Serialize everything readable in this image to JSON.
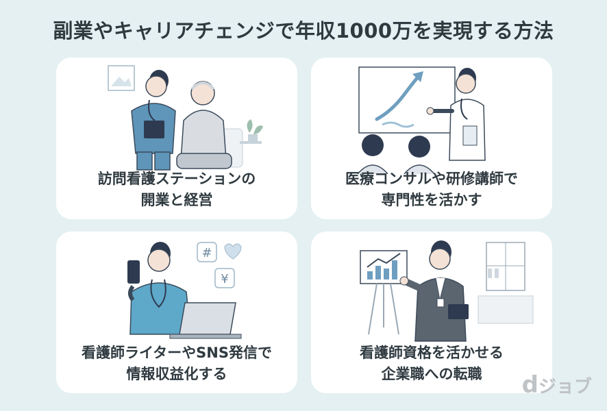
{
  "title": "副業やキャリアチェンジで年収1000万を実現する方法",
  "cards": [
    {
      "line1": "訪問看護ステーションの",
      "line2": "開業と経営"
    },
    {
      "line1": "医療コンサルや研修講師で",
      "line2": "専門性を活かす"
    },
    {
      "line1": "看護師ライターやSNS発信で",
      "line2": "情報収益化する"
    },
    {
      "line1": "看護師資格を活かせる",
      "line2": "企業職への転職"
    }
  ],
  "illustration_labels": {
    "hashtag": "#",
    "yen": "¥"
  },
  "logo": {
    "mark": "d",
    "text": "ジョブ"
  },
  "colors": {
    "background": "#e4f0f1",
    "card": "#ffffff",
    "text": "#2f3a40",
    "accent_blue": "#6f9fc0",
    "nurse_blue": "#5e95b8",
    "navy": "#2e3a4f"
  }
}
